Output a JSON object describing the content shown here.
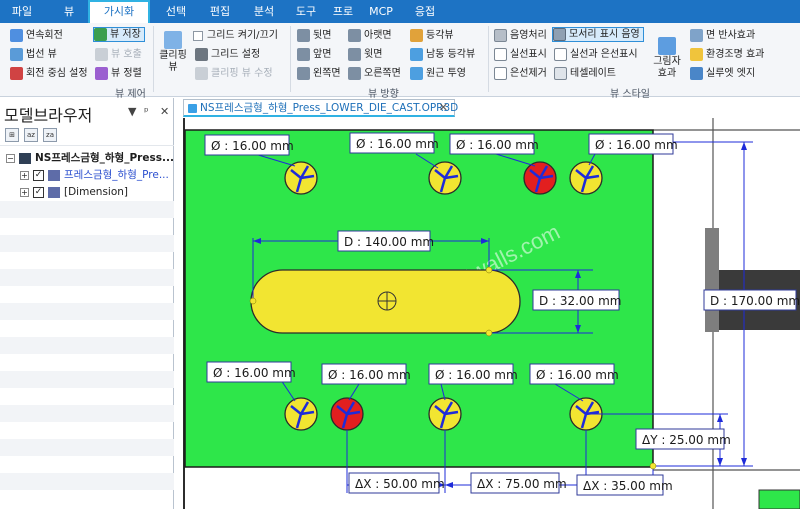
{
  "ribbon": {
    "tabs": [
      "파일",
      "뷰",
      "가시화",
      "선택",
      "편집",
      "분석",
      "도구",
      "프로",
      "MCP",
      "응접"
    ],
    "active_tab": "가시화",
    "g1": {
      "rotate": "연속회전",
      "normal_view": "법선 뷰",
      "rotate_center": "회전 중심 설정",
      "save_view": "뷰 저장",
      "recall_view": "뷰 호출",
      "arrange_view": "뷰 정렬",
      "label": "뷰 제어"
    },
    "clip": {
      "btn": "클리핑 뷰",
      "grid_toggle": "그리드 켜기/끄기",
      "grid_settings": "그리드 설정",
      "clip_edit": "클리핑 뷰 수정"
    },
    "dir": {
      "back": "뒷면",
      "front": "앞면",
      "left": "왼쪽면",
      "bottom": "아랫면",
      "top": "윗면",
      "right": "오른쪽면",
      "iso": "등각뷰",
      "se_iso": "남동 등각뷰",
      "persp": "원근 투영",
      "label": "뷰 방향"
    },
    "style": {
      "shading": "음영처리",
      "edge_shading": "모서리 표시 음영",
      "wire": "실선표시",
      "wire_hidden": "실선과 은선표시",
      "hidden_removed": "은선제거",
      "tessellate": "테셀레이트",
      "shadow": "그림자 효과",
      "reflect": "면 반사효과",
      "env_light": "환경조명 효과",
      "silhouette": "실루엣 엣지",
      "label": "뷰 스타일"
    }
  },
  "panel": {
    "title": "모델브라우저",
    "tree": [
      {
        "label": "NS프레스금형_하형_Press..."
      },
      {
        "label": "프레스금형_하형_Pre..."
      },
      {
        "label": "[Dimension]"
      }
    ]
  },
  "doc_tab": {
    "title": "NS프레스금형_하형_Press_LOWER_DIE_CAST.OPR3D"
  },
  "viewport": {
    "watermark": "www.ditwalls.com",
    "dims": {
      "hole_top_1": "Ø : 16.00 mm",
      "hole_top_2": "Ø : 16.00 mm",
      "hole_top_3": "Ø : 16.00 mm",
      "hole_top_4": "Ø : 16.00 mm",
      "slot_length": "D : 140.00 mm",
      "slot_width": "D : 32.00 mm",
      "overall_height": "D : 170.00 mm",
      "hole_bot_1": "Ø : 16.00 mm",
      "hole_bot_2": "Ø : 16.00 mm",
      "hole_bot_3": "Ø : 16.00 mm",
      "hole_bot_4": "Ø : 16.00 mm",
      "dy": "ΔY : 25.00 mm",
      "dx1": "ΔX : 50.00 mm",
      "dx2": "ΔX : 75.00 mm",
      "dx3": "ΔX : 35.00 mm"
    },
    "colors": {
      "plate": "#2ee64a",
      "hole_yellow": "#f2e531",
      "hole_red": "#e21f1f",
      "dim_line": "#1e2bd9",
      "slot": "#f2e531"
    }
  }
}
